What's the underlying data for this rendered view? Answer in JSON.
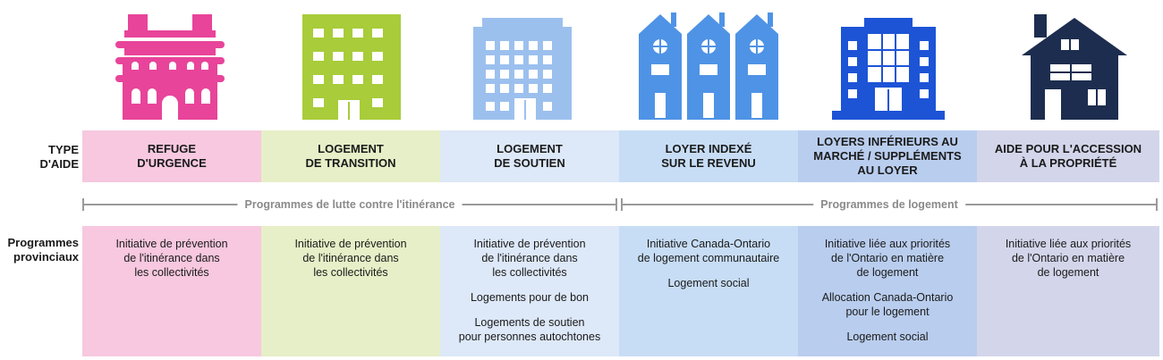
{
  "labels": {
    "type_of_aid": "TYPE\nD'AIDE",
    "provincial_programs": "Programmes\nprovinciaux"
  },
  "columns": [
    {
      "type": "REFUGE\nD'URGENCE",
      "icon": "emergency-shelter-building-icon",
      "icon_color": "#e8449a",
      "cell_color": "#f7c8df",
      "programs": [
        "Initiative de prévention\nde l'itinérance dans\nles collectivités"
      ]
    },
    {
      "type": "LOGEMENT\nDE TRANSITION",
      "icon": "transitional-housing-building-icon",
      "icon_color": "#a8cc3a",
      "cell_color": "#e6efc7",
      "programs": [
        "Initiative de prévention\nde l'itinérance dans\nles collectivités"
      ]
    },
    {
      "type": "LOGEMENT\nDE SOUTIEN",
      "icon": "supportive-housing-building-icon",
      "icon_color": "#9cc0ee",
      "cell_color": "#dde8f8",
      "programs": [
        "Initiative de prévention\nde l'itinérance dans\nles collectivités",
        "Logements pour de bon",
        "Logements de soutien\npour personnes autochtones"
      ]
    },
    {
      "type": "LOYER INDEXÉ\nSUR LE REVENU",
      "icon": "rowhouses-icon",
      "icon_color": "#4f93e6",
      "cell_color": "#c7ddf5",
      "programs": [
        "Initiative Canada-Ontario\nde logement communautaire",
        "Logement social"
      ]
    },
    {
      "type": "LOYERS INFÉRIEURS AU\nMARCHÉ / SUPPLÉMENTS\nAU LOYER",
      "icon": "apartment-tower-icon",
      "icon_color": "#1d54d6",
      "cell_color": "#b9cdee",
      "programs": [
        "Initiative liée aux priorités\nde l'Ontario en matière\nde logement",
        "Allocation Canada-Ontario\npour le logement",
        "Logement social"
      ]
    },
    {
      "type": "AIDE POUR L'ACCESSION\nÀ LA PROPRIÉTÉ",
      "icon": "house-icon",
      "icon_color": "#1d2d4f",
      "cell_color": "#d3d5ea",
      "programs": [
        "Initiative liée aux priorités\nde l'Ontario en matière\nde logement"
      ]
    }
  ],
  "brackets": {
    "homelessness": "Programmes de lutte contre l'itinérance",
    "housing": "Programmes de logement"
  }
}
